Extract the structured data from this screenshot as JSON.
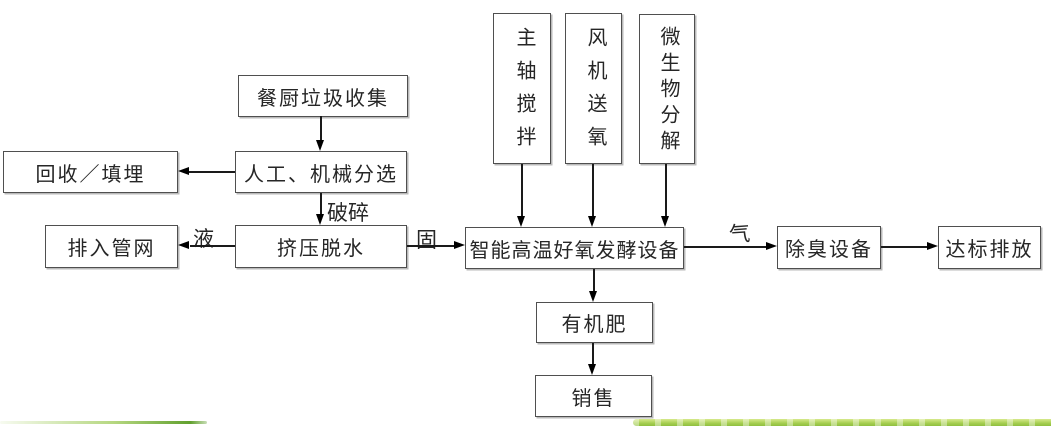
{
  "diagram": {
    "nodes": {
      "collection": "餐厨垃圾收集",
      "recycle_landfill": "回收／填埋",
      "sorting": "人工、机械分选",
      "pipe_discharge": "排入管网",
      "dewatering": "挤压脱水",
      "fermentation": "智能高温好氧发酵设备",
      "shaft_stirring": "主轴搅拌",
      "fan_oxygen": "风机送氧",
      "microbial_decomposition": "微生物分解",
      "deodorization": "除臭设备",
      "standard_discharge": "达标排放",
      "organic_fertilizer": "有机肥",
      "sales": "销售"
    },
    "edge_labels": {
      "crushing": "破碎",
      "liquid": "液",
      "solid": "固",
      "gas": "气"
    },
    "edges": [
      {
        "from": "餐厨垃圾收集",
        "to": "人工、机械分选",
        "label": ""
      },
      {
        "from": "人工、机械分选",
        "to": "回收／填埋",
        "label": ""
      },
      {
        "from": "人工、机械分选",
        "to": "挤压脱水",
        "label": "破碎"
      },
      {
        "from": "挤压脱水",
        "to": "排入管网",
        "label": "液"
      },
      {
        "from": "挤压脱水",
        "to": "智能高温好氧发酵设备",
        "label": "固"
      },
      {
        "from": "主轴搅拌",
        "to": "智能高温好氧发酵设备",
        "label": ""
      },
      {
        "from": "风机送氧",
        "to": "智能高温好氧发酵设备",
        "label": ""
      },
      {
        "from": "微生物分解",
        "to": "智能高温好氧发酵设备",
        "label": ""
      },
      {
        "from": "智能高温好氧发酵设备",
        "to": "除臭设备",
        "label": "气"
      },
      {
        "from": "除臭设备",
        "to": "达标排放",
        "label": ""
      },
      {
        "from": "智能高温好氧发酵设备",
        "to": "有机肥",
        "label": ""
      },
      {
        "from": "有机肥",
        "to": "销售",
        "label": ""
      }
    ],
    "colors": {
      "background": "#ffffff",
      "box_border": "#4f4f4f",
      "line": "#1a1a1a",
      "text": "#262626",
      "accent_green": "#8fbf3f",
      "accent_green_light": "#d7e98c"
    }
  }
}
